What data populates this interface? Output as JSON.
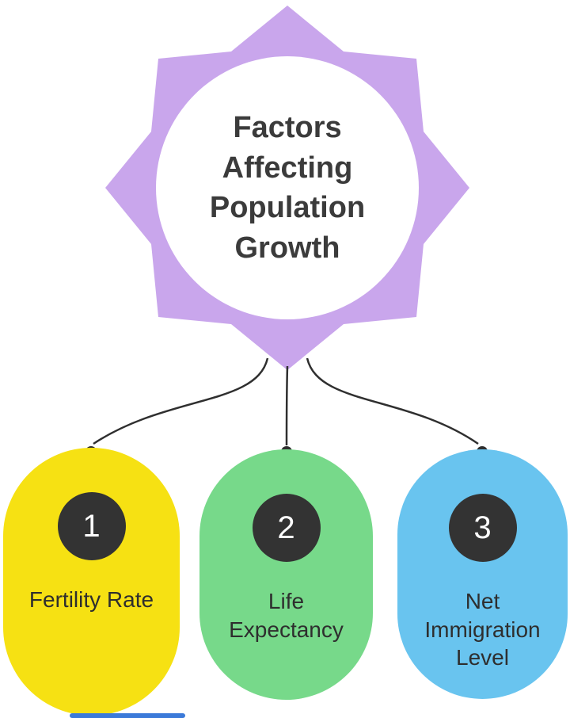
{
  "title": "Factors\nAffecting\nPopulation\nGrowth",
  "colors": {
    "star": "#C9A6EC",
    "star_inner_circle": "#FFFFFF",
    "connector": "#2F2F2F",
    "number_badge": "#333333",
    "number_text": "#FFFFFF",
    "title_text": "#3B3B3B",
    "label_text": "#2E2E2E",
    "bottom_bar": "#3B7AD9"
  },
  "factors": [
    {
      "number": "1",
      "label": "Fertility Rate",
      "color": "#F6E113"
    },
    {
      "number": "2",
      "label": "Life\nExpectancy",
      "color": "#77D98A"
    },
    {
      "number": "3",
      "label": "Net\nImmigration\nLevel",
      "color": "#69C4EF"
    }
  ]
}
